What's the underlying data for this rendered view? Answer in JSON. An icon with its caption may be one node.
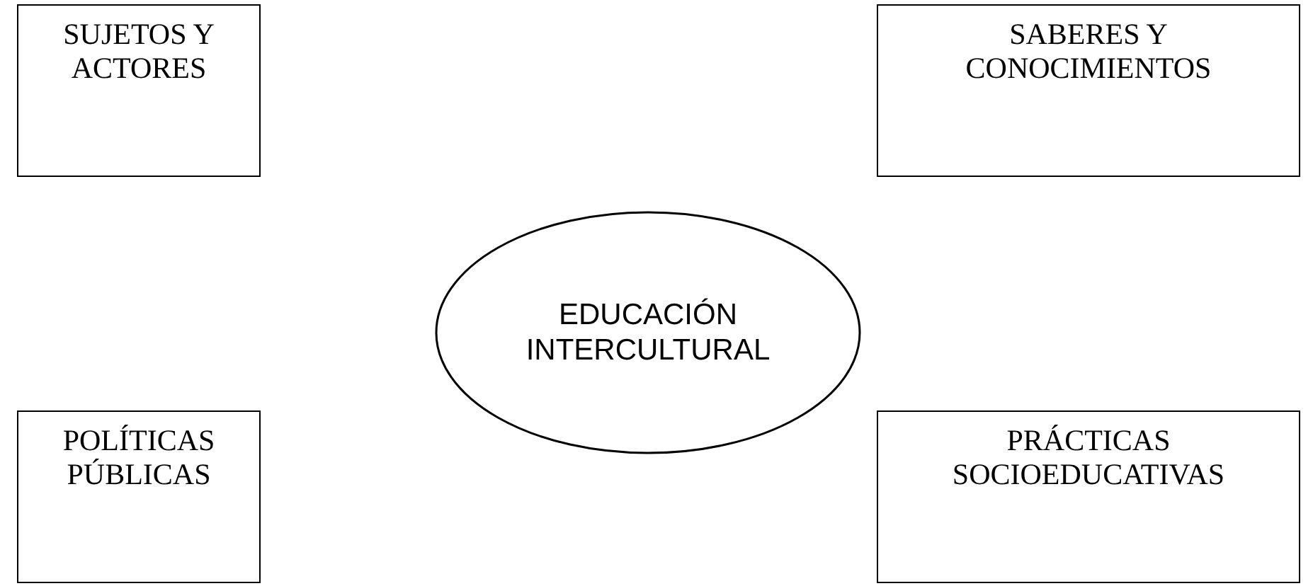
{
  "diagram": {
    "nodes": [
      {
        "text": [
          "SUJETOS Y ACTORES"
        ]
      },
      {
        "text": [
          "SABERES Y CONOCIMIENTOS"
        ]
      },
      {
        "text": [
          "EDUCACIÓN INTERCULTURAL"
        ]
      },
      {
        "text": [
          "POLÍTICAS PÚBLICAS"
        ]
      },
      {
        "text": [
          "PRÁCTICAS SOCIOEDUCATIVAS"
        ]
      }
    ]
  }
}
